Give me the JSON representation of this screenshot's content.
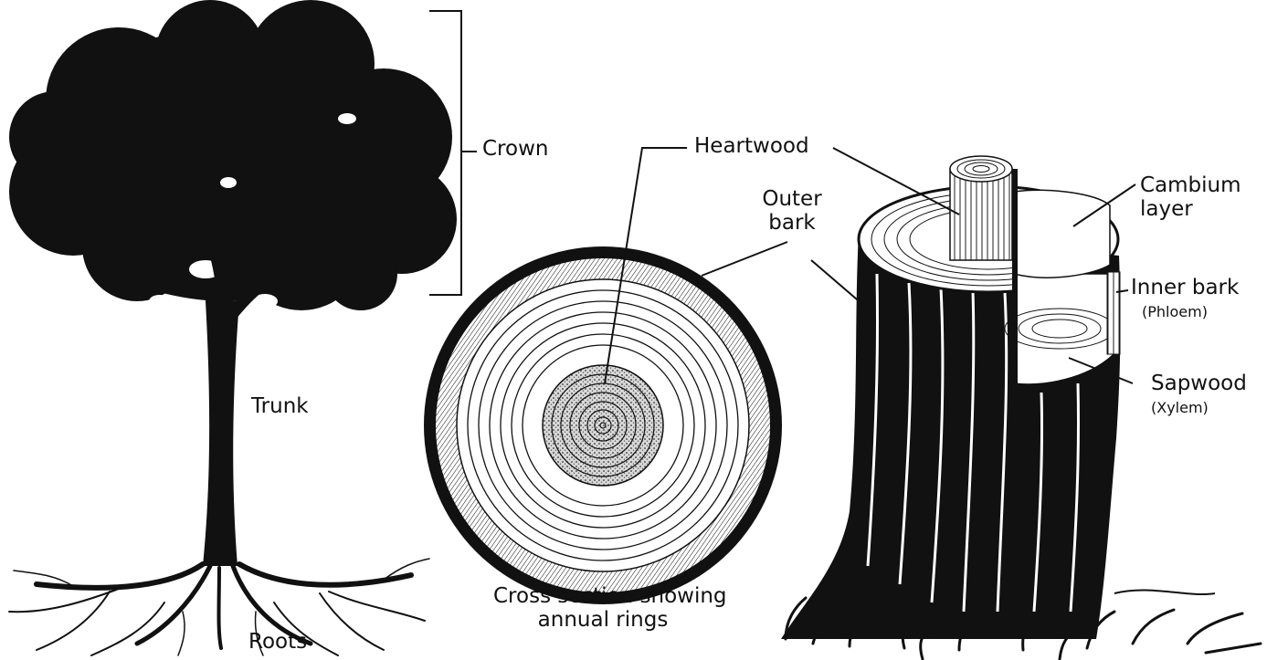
{
  "labels": {
    "crown": "Crown",
    "trunk": "Trunk",
    "roots": "Roots",
    "heartwood": "Heartwood",
    "outer_bark_1": "Outer",
    "outer_bark_2": "bark",
    "cross_section_1": "Cross section showing",
    "cross_section_2": "annual rings",
    "cambium_1": "Cambium",
    "cambium_2": "layer",
    "inner_bark": "Inner bark",
    "phloem": "(Phloem)",
    "sapwood": "Sapwood",
    "xylem": "(Xylem)"
  },
  "colors": {
    "ink": "#111111",
    "background": "#ffffff",
    "stipple": "#555555"
  }
}
